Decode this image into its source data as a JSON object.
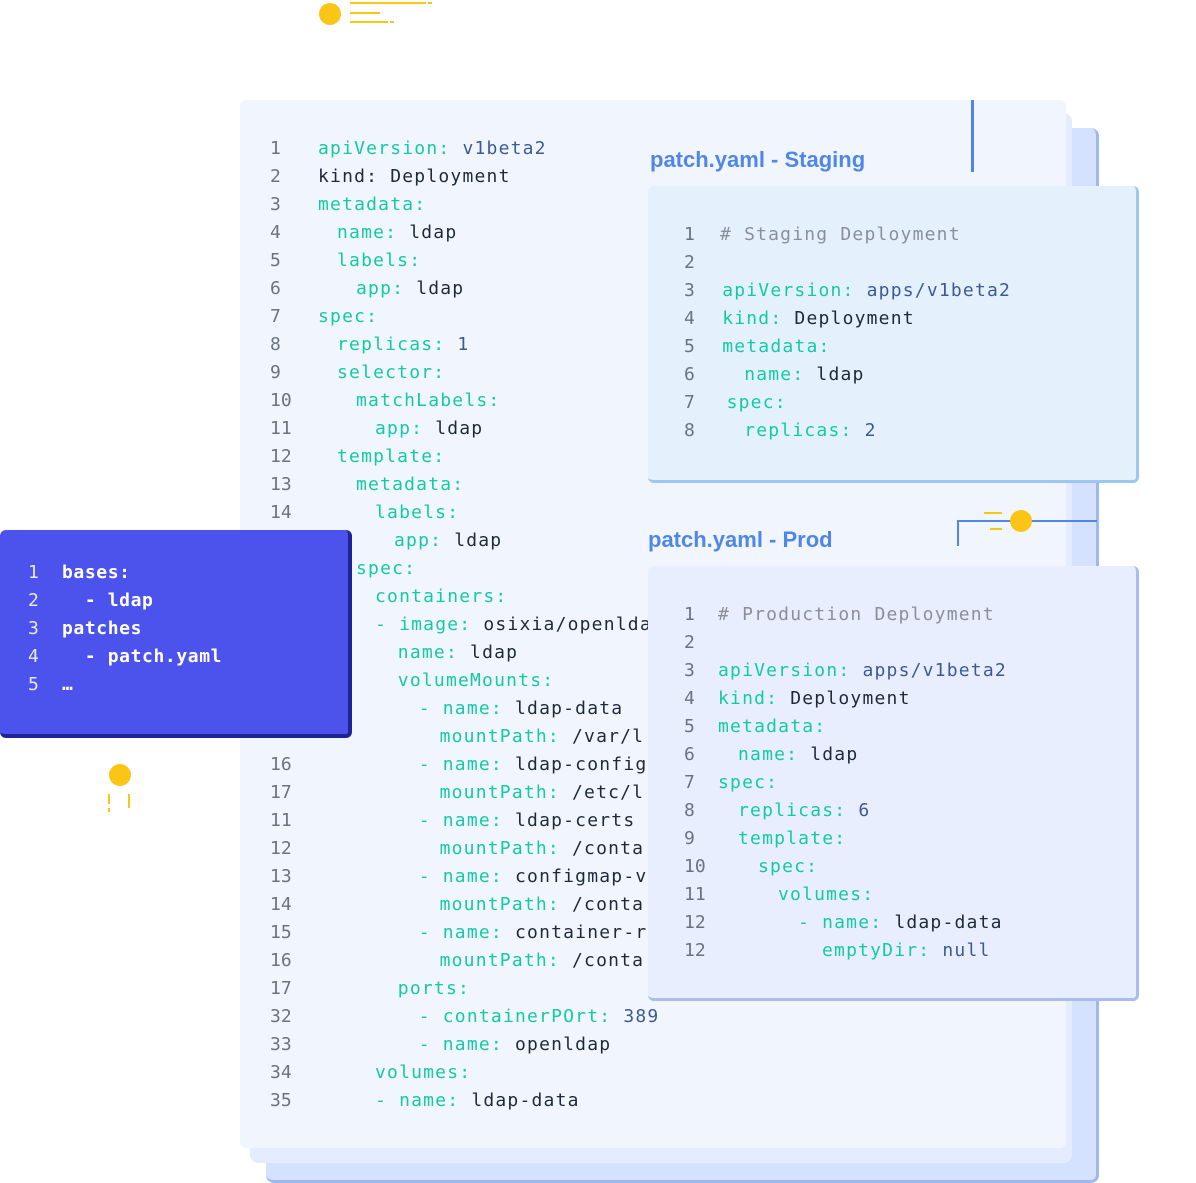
{
  "main_file": {
    "lines": [
      {
        "n": "1",
        "i": 0,
        "k": "apiVersion: ",
        "v": "v1beta2",
        "vc": "v"
      },
      {
        "n": "2",
        "i": 0,
        "k": "kind: ",
        "v": "Deployment",
        "vc": "t",
        "kdark": true
      },
      {
        "n": "3",
        "i": 0,
        "k": "metadata:",
        "v": ""
      },
      {
        "n": "4",
        "i": 1,
        "k": "name: ",
        "v": "ldap",
        "vc": "t"
      },
      {
        "n": "5",
        "i": 1,
        "k": "labels:",
        "v": ""
      },
      {
        "n": "6",
        "i": 2,
        "k": "app: ",
        "v": "ldap",
        "vc": "t"
      },
      {
        "n": "7",
        "i": 0,
        "k": "spec:",
        "v": ""
      },
      {
        "n": "8",
        "i": 1,
        "k": "replicas: ",
        "v": "1",
        "vc": "v"
      },
      {
        "n": "9",
        "i": 1,
        "k": "selector:",
        "v": ""
      },
      {
        "n": "10",
        "i": 2,
        "k": "matchLabels:",
        "v": ""
      },
      {
        "n": "11",
        "i": 3,
        "k": "app: ",
        "v": "ldap",
        "vc": "t"
      },
      {
        "n": "12",
        "i": 1,
        "k": "template:",
        "v": ""
      },
      {
        "n": "13",
        "i": 2,
        "k": "metadata:",
        "v": ""
      },
      {
        "n": "14",
        "i": 3,
        "k": "labels:",
        "v": ""
      },
      {
        "n": "",
        "i": 4,
        "k": "app: ",
        "v": "ldap",
        "vc": "t"
      },
      {
        "n": "",
        "i": 2,
        "k": "spec:",
        "v": ""
      },
      {
        "n": "",
        "i": 3,
        "k": "containers:",
        "v": ""
      },
      {
        "n": "",
        "i": 3,
        "d": "- ",
        "k": "image: ",
        "v": "osixia/openlda",
        "vc": "t"
      },
      {
        "n": "",
        "i": 4.2,
        "k": "name: ",
        "v": "ldap",
        "vc": "t"
      },
      {
        "n": "",
        "i": 4.2,
        "k": "volumeMounts:",
        "v": ""
      },
      {
        "n": "",
        "i": 5.3,
        "d": "- ",
        "k": "name: ",
        "v": "ldap-data",
        "vc": "t"
      },
      {
        "n": "",
        "i": 6.4,
        "k": "mountPath: ",
        "v": "/var/l",
        "vc": "t"
      },
      {
        "n": "16",
        "i": 5.3,
        "d": "- ",
        "k": "name: ",
        "v": "ldap-config",
        "vc": "t"
      },
      {
        "n": "17",
        "i": 6.4,
        "k": "mountPath: ",
        "v": "/etc/l",
        "vc": "t"
      },
      {
        "n": "11",
        "i": 5.3,
        "d": "- ",
        "k": "name: ",
        "v": "ldap-certs",
        "vc": "t"
      },
      {
        "n": "12",
        "i": 6.4,
        "k": "mountPath: ",
        "v": "/conta",
        "vc": "t"
      },
      {
        "n": "13",
        "i": 5.3,
        "d": "- ",
        "k": "name: ",
        "v": "configmap-v",
        "vc": "t"
      },
      {
        "n": "14",
        "i": 6.4,
        "k": "mountPath: ",
        "v": "/conta",
        "vc": "t"
      },
      {
        "n": "15",
        "i": 5.3,
        "d": "- ",
        "k": "name: ",
        "v": "container-r",
        "vc": "t"
      },
      {
        "n": "16",
        "i": 6.4,
        "k": "mountPath: ",
        "v": "/conta",
        "vc": "t"
      },
      {
        "n": "17",
        "i": 4.2,
        "k": "ports:",
        "v": ""
      },
      {
        "n": "32",
        "i": 5.3,
        "d": "- ",
        "k": "containerPOrt: ",
        "v": "389",
        "vc": "v"
      },
      {
        "n": "33",
        "i": 5.3,
        "d": "- ",
        "k": "name: ",
        "v": "openldap",
        "vc": "t"
      },
      {
        "n": "34",
        "i": 3,
        "k": "volumes:",
        "v": ""
      },
      {
        "n": "35",
        "i": 3,
        "d": "- ",
        "k": "name: ",
        "v": "ldap-data",
        "vc": "t"
      }
    ]
  },
  "staging": {
    "title": "patch.yaml - Staging",
    "lines": [
      {
        "n": "1",
        "i": 0,
        "c": "# Staging Deployment"
      },
      {
        "n": "2",
        "i": 0,
        "k": "",
        "v": ""
      },
      {
        "n": "3",
        "i": 0.1,
        "k": "apiVersion: ",
        "v": "apps/v1beta2",
        "vc": "v"
      },
      {
        "n": "4",
        "i": 0.1,
        "k": "kind: ",
        "v": "Deployment",
        "vc": "t"
      },
      {
        "n": "5",
        "i": 0.1,
        "k": "metadata:",
        "v": ""
      },
      {
        "n": "6",
        "i": 1.1,
        "k": "name: ",
        "v": "ldap",
        "vc": "t"
      },
      {
        "n": "7",
        "i": 0.3,
        "k": "spec:",
        "v": ""
      },
      {
        "n": "8",
        "i": 1.1,
        "k": "replicas: ",
        "v": "2",
        "vc": "v"
      }
    ]
  },
  "prod": {
    "title": "patch.yaml - Prod",
    "lines": [
      {
        "n": "1",
        "i": 0,
        "c": "# Production Deployment"
      },
      {
        "n": "2",
        "i": 0,
        "k": "",
        "v": ""
      },
      {
        "n": "3",
        "i": 0,
        "k": "apiVersion: ",
        "v": "apps/v1beta2",
        "vc": "v"
      },
      {
        "n": "4",
        "i": 0,
        "k": "kind: ",
        "v": "Deployment",
        "vc": "t"
      },
      {
        "n": "5",
        "i": 0,
        "k": "metadata:",
        "v": ""
      },
      {
        "n": "6",
        "i": 1,
        "k": "name: ",
        "v": "ldap",
        "vc": "t"
      },
      {
        "n": "7",
        "i": 0,
        "k": "spec:",
        "v": ""
      },
      {
        "n": "8",
        "i": 1,
        "k": "replicas: ",
        "v": "6",
        "vc": "v"
      },
      {
        "n": "9",
        "i": 1,
        "k": "template:",
        "v": ""
      },
      {
        "n": "10",
        "i": 2,
        "k": "spec:",
        "v": ""
      },
      {
        "n": "11",
        "i": 3,
        "k": "volumes:",
        "v": ""
      },
      {
        "n": "12",
        "i": 4,
        "d": "- ",
        "k": "name: ",
        "v": "ldap-data",
        "vc": "t"
      },
      {
        "n": "12",
        "i": 5.2,
        "k": "emptyDir: ",
        "v": "null",
        "vc": "v"
      }
    ]
  },
  "kustomization": {
    "lines": [
      {
        "n": "1",
        "text": "bases:"
      },
      {
        "n": "2",
        "text": "  - ldap"
      },
      {
        "n": "3",
        "text": "patches"
      },
      {
        "n": "4",
        "text": "  - patch.yaml"
      },
      {
        "n": "5",
        "text": "…"
      }
    ]
  },
  "colors": {
    "key": "#14c9a4",
    "value": "#3b5a98",
    "text": "#1f2937",
    "accent": "#4f86e8",
    "panel_blue": "#4b53ec",
    "dot": "#fac515"
  }
}
